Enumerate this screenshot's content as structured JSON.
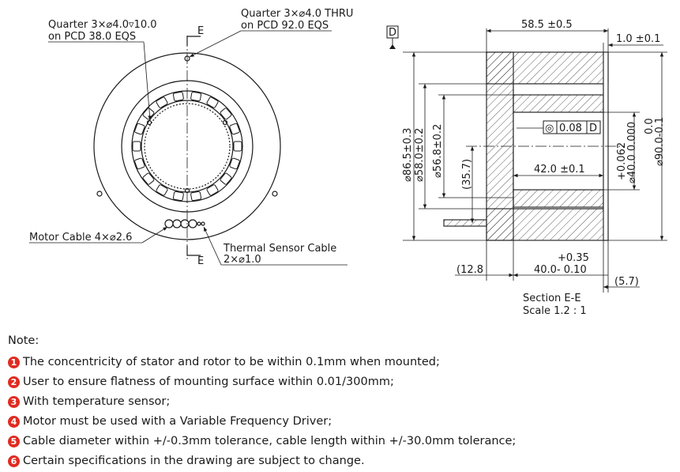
{
  "front_view": {
    "callout_axial_holes": [
      "Quarter 3×⌀4.0▿10.0",
      "on PCD 38.0 EQS"
    ],
    "callout_thru_holes": [
      "Quarter 3×⌀4.0 THRU",
      "on PCD 92.0 EQS"
    ],
    "callout_motor_cable": "Motor Cable 4×⌀2.6",
    "callout_thermal_cable": [
      "Thermal Sensor Cable",
      "2×⌀1.0"
    ],
    "section_mark_top": "E",
    "section_mark_bottom": "E"
  },
  "section_view": {
    "datum": "D",
    "dim_length": "58.5 ±0.5",
    "dim_lip": "1.0 ±0.1",
    "dim_od_stator": "⌀86.5±0.3",
    "dim_id_58": "⌀58.0±0.2",
    "dim_id_56": "⌀56.8±0.2",
    "dim_35": "(35.7)",
    "concentricity_symbol": "◎",
    "concentricity_value": "0.08",
    "concentricity_datum": "D",
    "dim_rotor_len": "42.0 ±0.1",
    "dim_bore_upper": "+0.062",
    "dim_bore_lower": "⌀40.0 0.000",
    "dim_od_upper": "0.0",
    "dim_od_lower": "⌀90.0-0.1",
    "dim_12_8": "(12.8",
    "dim_40_upper": "+0.35",
    "dim_40_lower": "40.0- 0.10",
    "dim_5_7": "(5.7)",
    "caption_title": "Section E-E",
    "caption_scale": "Scale 1.2 : 1"
  },
  "notes": {
    "title": "Note:",
    "items": [
      {
        "num": "1",
        "text": "The concentricity of stator and rotor to be within 0.1mm when mounted;"
      },
      {
        "num": "2",
        "text": "User to ensure flatness of mounting surface within 0.01/300mm;"
      },
      {
        "num": "3",
        "text": "With temperature sensor;"
      },
      {
        "num": "4",
        "text": "Motor must be used with a Variable Frequency Driver;"
      },
      {
        "num": "5",
        "text": "Cable diameter within +/-0.3mm tolerance, cable length within +/-30.0mm tolerance;"
      },
      {
        "num": "6",
        "text": "Certain specifications in the drawing are subject to change."
      }
    ]
  },
  "colors": {
    "line": "#1a1a1a",
    "note_bullet": "#e02b20"
  }
}
